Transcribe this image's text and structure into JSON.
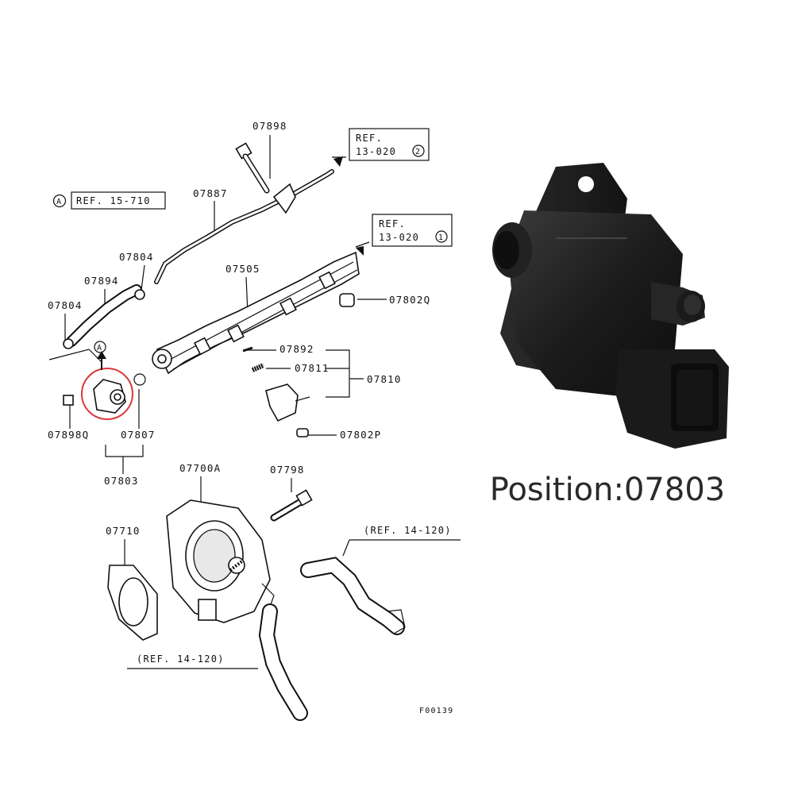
{
  "diagram": {
    "labels": {
      "l07898": "07898",
      "l07887": "07887",
      "l07804a": "07804",
      "l07894": "07894",
      "l07804b": "07804",
      "l07505": "07505",
      "l07802q": "07802Q",
      "l07892": "07892",
      "l07811": "07811",
      "l07810": "07810",
      "l07802p": "07802P",
      "l07898q": "07898Q",
      "l07807": "07807",
      "l07803": "07803",
      "l07700a": "07700A",
      "l07798": "07798",
      "l07710": "07710",
      "f00139": "F00139"
    },
    "refs": {
      "ref15": "REF. 15-710",
      "ref13a_top": "REF.",
      "ref13a_bottom": "13-020",
      "ref13a_num": "2",
      "ref13b_top": "REF.",
      "ref13b_bottom": "13-020",
      "ref13b_num": "1",
      "ref14a": "(REF. 14-120)",
      "ref14b": "(REF. 14-120)"
    },
    "markers": {
      "circle_a": "A",
      "circle_a2": "A"
    }
  },
  "caption": "Position:07803",
  "colors": {
    "highlight": "#d83a3a",
    "product_body": "#1c1c1c",
    "caption_text": "#2a2a2a"
  }
}
